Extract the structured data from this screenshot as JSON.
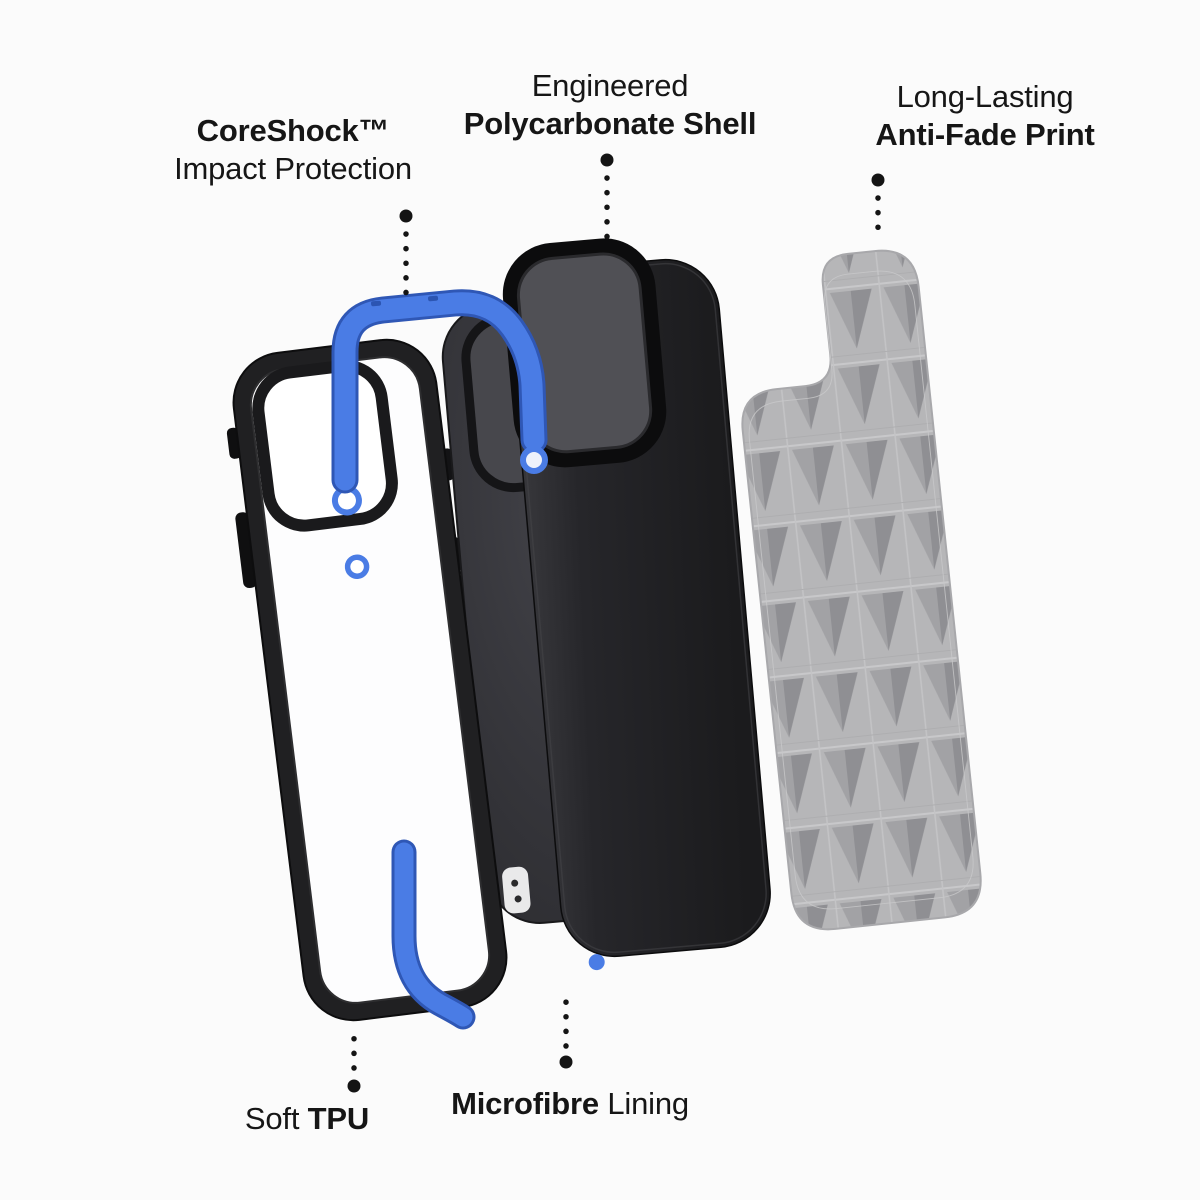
{
  "page": {
    "background": "#fbfbfb"
  },
  "labels": {
    "coreshock": {
      "line1": "CoreShock™",
      "line2": "Impact Protection"
    },
    "polycarbonate": {
      "line1": "Engineered",
      "line2": "Polycarbonate Shell"
    },
    "antifade": {
      "line1": "Long-Lasting",
      "line2": "Anti-Fade Print"
    },
    "soft_tpu": {
      "regular": "Soft ",
      "bold": "TPU"
    },
    "microfibre": {
      "bold": "Microfibre",
      "regular": " Lining"
    }
  },
  "colors": {
    "accent_blue": "#4a7ce5",
    "accent_blue_dark": "#2f57b5",
    "tpu_frame_black": "#202022",
    "shell_black": "#232326",
    "lining_charcoal": "#38383d",
    "print_gray": "#b6b6b8",
    "print_gray_dark": "#8f8f93",
    "leader_dot": "#141414",
    "text": "#161616",
    "background": "#fbfbfb"
  }
}
